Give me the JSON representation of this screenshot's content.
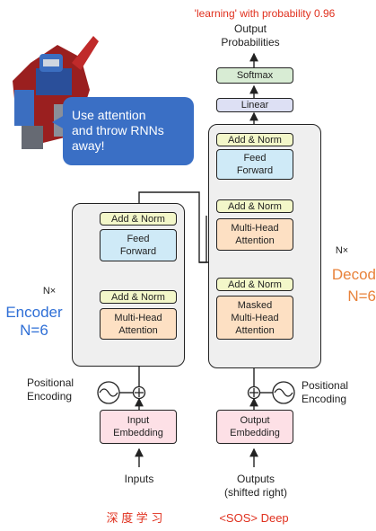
{
  "top_annotation": "'learning' with probability 0.96",
  "output_probabilities": [
    "Output",
    "Probabilities"
  ],
  "softmax": "Softmax",
  "linear": "Linear",
  "bubble": [
    "Use attention",
    "and throw RNNs",
    "away!"
  ],
  "encoder": {
    "add_norm": "Add & Norm",
    "feed_forward": [
      "Feed",
      "Forward"
    ],
    "multi_head": [
      "Multi-Head",
      "Attention"
    ],
    "nx": "N×",
    "side_label": [
      "Encoder",
      "N=6"
    ]
  },
  "decoder": {
    "add_norm": "Add & Norm",
    "feed_forward": [
      "Feed",
      "Forward"
    ],
    "multi_head": [
      "Multi-Head",
      "Attention"
    ],
    "masked_multi_head": [
      "Masked",
      "Multi-Head",
      "Attention"
    ],
    "nx": "N×",
    "side_label": [
      "Decod",
      "N=6"
    ]
  },
  "input_embedding": [
    "Input",
    "Embedding"
  ],
  "output_embedding": [
    "Output",
    "Embedding"
  ],
  "positional_encoding_left": [
    "Positional",
    "Encoding"
  ],
  "positional_encoding_right": [
    "Positional",
    "Encoding"
  ],
  "inputs": "Inputs",
  "outputs": [
    "Outputs",
    "(shifted right)"
  ],
  "bottom_left": "深 度 学 习",
  "bottom_right": "<SOS> Deep",
  "colors": {
    "accent_red": "#e0301e",
    "encoder_blue": "#2f6fd6",
    "decoder_orange": "#e8823a",
    "bubble_blue": "#3a6fc5"
  }
}
